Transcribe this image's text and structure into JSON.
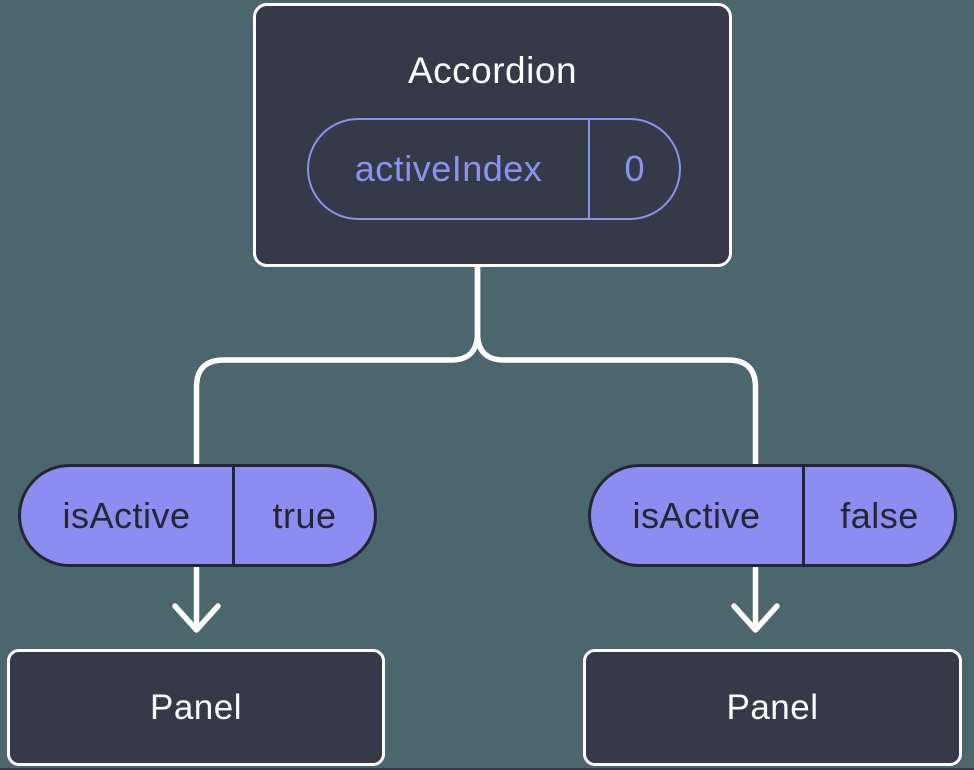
{
  "diagram": {
    "description": "Component tree diagram: Accordion parent passing state down as props to two Panels",
    "root": {
      "title": "Accordion",
      "state": {
        "name": "activeIndex",
        "value": "0"
      }
    },
    "children": [
      {
        "prop": {
          "name": "isActive",
          "value": "true"
        },
        "title": "Panel"
      },
      {
        "prop": {
          "name": "isActive",
          "value": "false"
        },
        "title": "Panel"
      }
    ]
  },
  "colors": {
    "background": "#4C666E",
    "box_fill": "#343A47",
    "box_border": "#FFFFFF",
    "connector": "#FFFFFF",
    "pill_fill": "#8C8CF1",
    "pill_outline_dark": "#23272F",
    "state_accent_purple": "#8A93F0",
    "title_text": "#FFFFFF"
  }
}
